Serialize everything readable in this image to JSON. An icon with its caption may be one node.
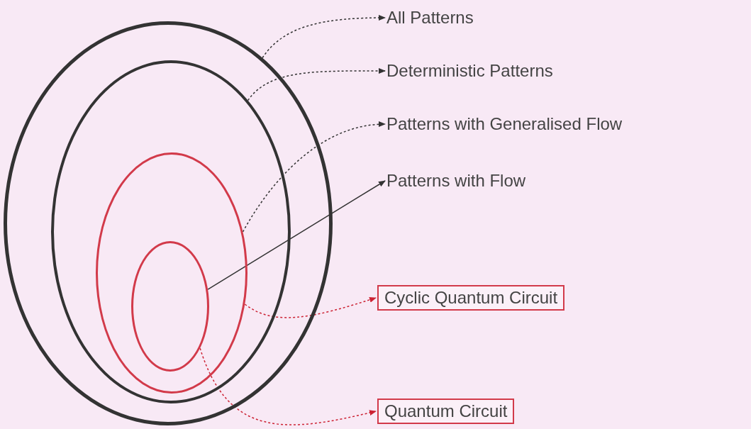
{
  "diagram": {
    "nodes": [
      {
        "text": [],
        "shape": "ellipse"
      },
      {
        "text": [],
        "shape": "ellipse",
        "in": 0
      },
      {
        "text": [],
        "shape": "ellipse",
        "in": 1
      },
      {
        "text": [],
        "shape": "ellipse",
        "in": 2
      },
      {
        "text": [
          "All Patterns"
        ]
      },
      {
        "text": [
          "Deterministic Patterns"
        ]
      },
      {
        "text": [
          "Patterns with Generalised Flow"
        ]
      },
      {
        "text": [
          "Patterns with Flow"
        ]
      },
      {
        "text": [
          "Cyclic Quantum Circuit"
        ]
      },
      {
        "text": [
          "Quantum Circuit"
        ]
      }
    ],
    "edges": [
      {
        "from": 0,
        "to": 4,
        "arrow": "to",
        "style": "dashed"
      },
      {
        "from": 1,
        "to": 5,
        "arrow": "to",
        "style": "dashed"
      },
      {
        "from": 2,
        "to": 6,
        "arrow": "to",
        "style": "dashed"
      },
      {
        "from": 3,
        "to": 7,
        "arrow": "to"
      },
      {
        "from": 2,
        "to": 8,
        "arrow": "to",
        "style": "dashed",
        "color": "#cc2233"
      },
      {
        "from": 3,
        "to": 9,
        "arrow": "to",
        "style": "dashed",
        "color": "#cc2233"
      }
    ]
  }
}
